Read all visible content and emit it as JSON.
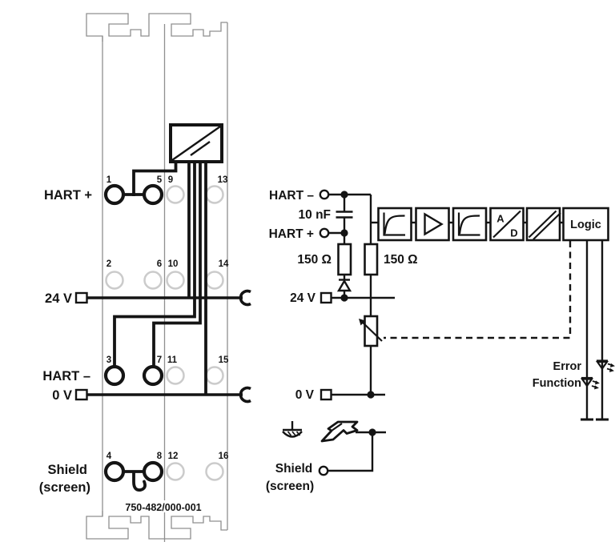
{
  "module": {
    "part_number": "750-482/000-001",
    "terminal_numbers": [
      "1",
      "5",
      "9",
      "13",
      "2",
      "6",
      "10",
      "14",
      "3",
      "7",
      "11",
      "15",
      "4",
      "8",
      "12",
      "16"
    ],
    "labels": {
      "hart_plus": "HART +",
      "v24": "24 V",
      "hart_minus": "HART –",
      "v0": "0 V",
      "shield_line1": "Shield",
      "shield_line2": "(screen)"
    }
  },
  "schematic": {
    "labels": {
      "hart_minus": "HART –",
      "capacitor": "10 nF",
      "hart_plus": "HART +",
      "resistor_left": "150 Ω",
      "resistor_right": "150 Ω",
      "v24": "24 V",
      "v0": "0 V",
      "shield_line1": "Shield",
      "shield_line2": "(screen)",
      "error": "Error",
      "function": "Function"
    },
    "blocks": {
      "ad_top": "A",
      "ad_bottom": "D",
      "logic": "Logic"
    }
  },
  "colors": {
    "ink": "#141414",
    "module_outline": "#8f8f8f",
    "inactive_terminal": "#cbcbcb",
    "background": "#ffffff"
  }
}
